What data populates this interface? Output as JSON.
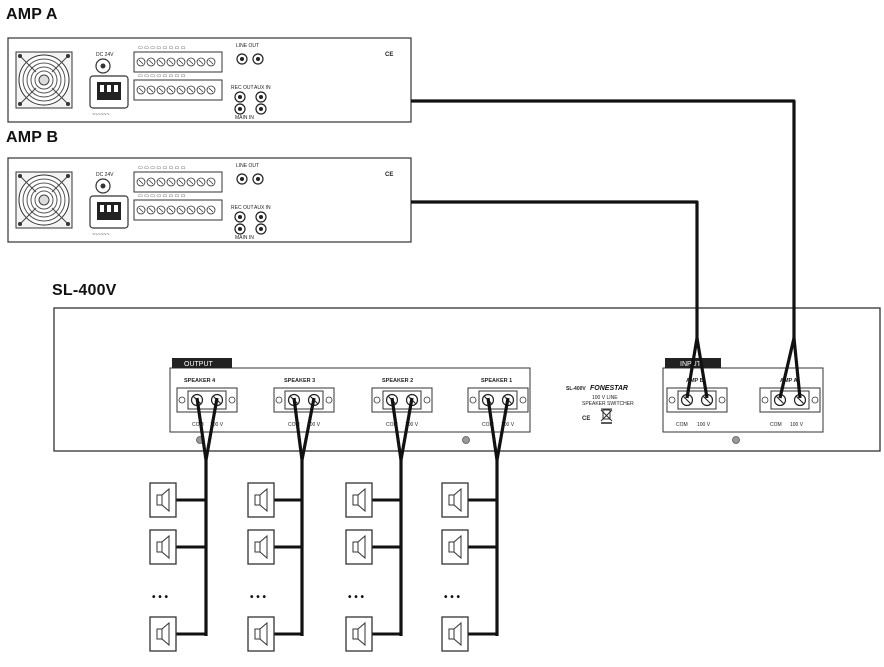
{
  "amp_a": {
    "title": "AMP A",
    "ce_mark": "CE",
    "dc_label": "DC 24V",
    "line_out_label": "LINE OUT",
    "rec_out_label": "REC OUT",
    "aux_in_label": "AUX IN",
    "main_in_label": "MAIN IN"
  },
  "amp_b": {
    "title": "AMP B",
    "ce_mark": "CE",
    "dc_label": "DC 24V",
    "line_out_label": "LINE OUT",
    "rec_out_label": "REC OUT",
    "aux_in_label": "AUX IN",
    "main_in_label": "MAIN IN"
  },
  "switcher": {
    "title": "SL-400V",
    "output_label": "OUTPUT",
    "input_label": "INPUT",
    "outputs": [
      {
        "name": "SPEAKER 4",
        "com": "COM",
        "v": "100 V"
      },
      {
        "name": "SPEAKER 3",
        "com": "COM",
        "v": "100 V"
      },
      {
        "name": "SPEAKER 2",
        "com": "COM",
        "v": "100 V"
      },
      {
        "name": "SPEAKER 1",
        "com": "COM",
        "v": "100 V"
      }
    ],
    "inputs": [
      {
        "name": "AMP B",
        "com": "COM",
        "v": "100 V"
      },
      {
        "name": "AMP A",
        "com": "COM",
        "v": "100 V"
      }
    ],
    "center_model": "SL-400V",
    "brand": "FONESTAR",
    "center_desc_1": "100 V LINE",
    "center_desc_2": "SPEAKER SWITCHER",
    "center_ce": "CE"
  },
  "speaker_columns": [
    {
      "ellipsis": "• • •"
    },
    {
      "ellipsis": "• • •"
    },
    {
      "ellipsis": "• • •"
    },
    {
      "ellipsis": "• • •"
    }
  ]
}
